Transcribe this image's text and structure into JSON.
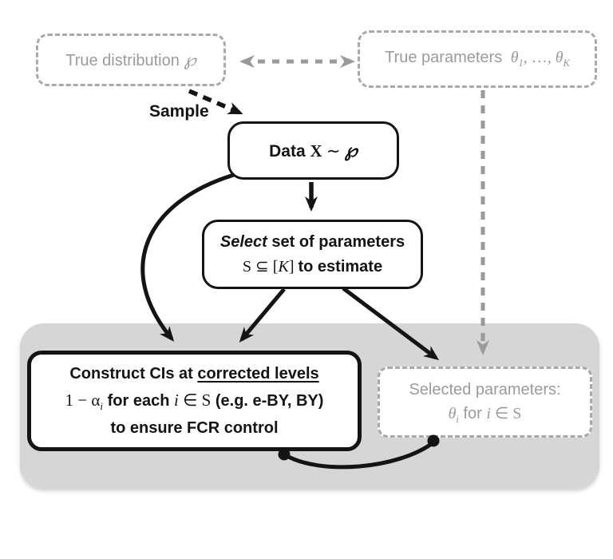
{
  "colors": {
    "panel_gray": "#d6d6d6",
    "gray_text": "#9b9b9b",
    "gray_line": "#9a9a9a",
    "black": "#141414"
  },
  "nodes": {
    "true_distribution": {
      "label": "True distribution",
      "symbol": "℘"
    },
    "true_parameters": {
      "label": "True parameters",
      "theta_first": "θ",
      "sub_first": "1",
      "dots": ", …, ",
      "theta_last": "θ",
      "sub_last": "K"
    },
    "sample": {
      "label": "Sample"
    },
    "data": {
      "prefix": "Data ",
      "x": "X",
      "tilde": " ∼ ",
      "symbol": "℘"
    },
    "select": {
      "line1_italic": "Select",
      "line1_rest": " set of parameters",
      "set_s": "S",
      "subset": " ⊆ [",
      "k": "K",
      "bracket_close": "] ",
      "line2_rest": "to estimate"
    },
    "construct": {
      "line1_prefix": "Construct CIs at ",
      "line1_underlined": "corrected levels",
      "math_prefix": "1 − α",
      "math_sub_i": "i",
      "for_each": " for each ",
      "i": "i",
      "in_s": " ∈ S",
      "examples": " (e.g. e-BY, BY)",
      "line3": "to ensure FCR control"
    },
    "selected": {
      "line1": "Selected parameters:",
      "theta": "θ",
      "sub_i": "i",
      "for": " for ",
      "i": "i",
      "in_s": " ∈ S"
    }
  }
}
